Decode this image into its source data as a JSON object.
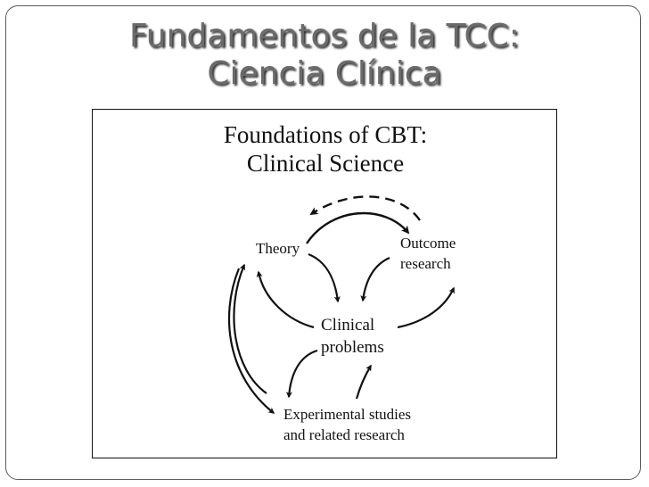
{
  "slide": {
    "title_line1": "Fundamentos de la TCC:",
    "title_line2": "Ciencia Clínica"
  },
  "figure": {
    "title_line1": "Foundations of CBT:",
    "title_line2": "Clinical Science",
    "nodes": {
      "theory": "Theory",
      "outcome_line1": "Outcome",
      "outcome_line2": "research",
      "clinical_line1": "Clinical",
      "clinical_line2": "problems",
      "experimental_line1": "Experimental studies",
      "experimental_line2": "and related research"
    }
  },
  "colors": {
    "slide_title": "#6b6b6b",
    "ink": "#111111",
    "frame": "#5a5a5a"
  }
}
